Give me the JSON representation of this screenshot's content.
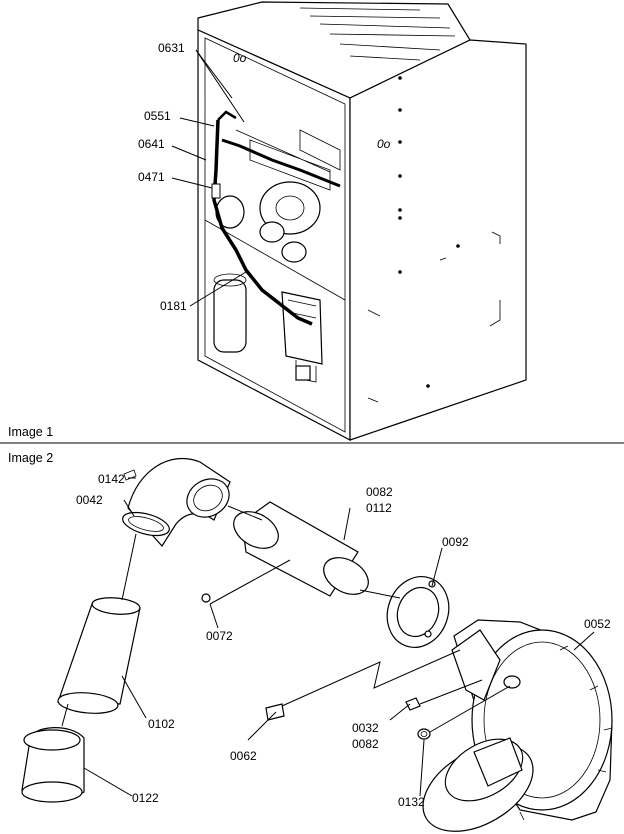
{
  "image1": {
    "caption": "Image 1",
    "callouts": [
      "0631",
      "0551",
      "0641",
      "0471",
      "0181"
    ]
  },
  "image2": {
    "caption": "Image 2",
    "callouts": {
      "c0142": "0142",
      "c0042": "0042",
      "c0082a": "0082",
      "c0112": "0112",
      "c0092": "0092",
      "c0052": "0052",
      "c0072": "0072",
      "c0102": "0102",
      "c0032": "0032",
      "c0082b": "0082",
      "c0062": "0062",
      "c0122": "0122",
      "c0132": "0132"
    }
  }
}
